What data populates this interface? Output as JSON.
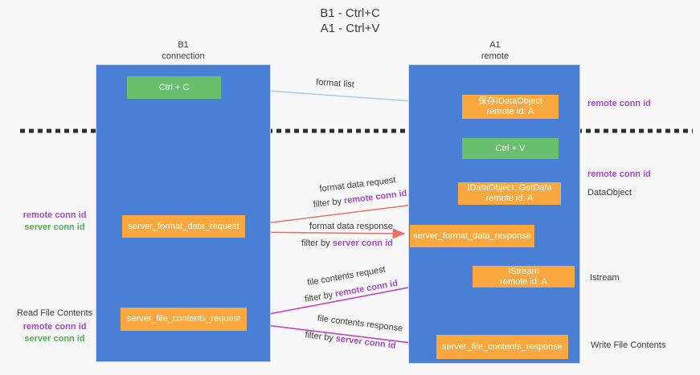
{
  "title": {
    "line1": "B1 - Ctrl+C",
    "line2": "A1 - Ctrl+V"
  },
  "columns": {
    "left": {
      "name": "B1",
      "role": "connection"
    },
    "right": {
      "name": "A1",
      "role": "remote"
    }
  },
  "nodes": {
    "ctrl_c": {
      "label": "Ctrl + C"
    },
    "ctrl_v": {
      "label": "Ctrl + V"
    },
    "save_dataobject": {
      "line1": "保存IDataObject",
      "line2": "remote id: A"
    },
    "getdata": {
      "line1": "IDataObject::GetData",
      "line2": "remote id: A"
    },
    "istream": {
      "line1": "IStream",
      "line2": "remote id: A"
    },
    "server_format_data_request": {
      "label": "server_format_data_request"
    },
    "server_format_data_response": {
      "label": "server_format_data_response"
    },
    "server_file_contents_request": {
      "label": "server_file_contents_request"
    },
    "server_file_contents_response": {
      "label": "server_file_contents_response"
    }
  },
  "arrows": {
    "format_list": {
      "label": "format list"
    },
    "format_data_request": {
      "label": "format data request",
      "filter_prefix": "filter by ",
      "filter_key": "remote conn id"
    },
    "format_data_response": {
      "label": "format data response",
      "filter_prefix": "filter by ",
      "filter_key": "server conn id"
    },
    "file_contents_request": {
      "label": "file contents request",
      "filter_prefix": "filter by ",
      "filter_key": "remote conn id"
    },
    "file_contents_response": {
      "label": "file contents response",
      "filter_prefix": "filter by ",
      "filter_key": "server conn id"
    }
  },
  "side_labels": {
    "right_remote_conn_id_top": "remote conn id",
    "right_remote_conn_id_mid": "remote conn id",
    "right_dataobject": "DataObject",
    "right_istream": "Istream",
    "right_write_file_contents": "Write File Contents",
    "left_remote_conn_id_format": "remote conn id",
    "left_server_conn_id_format": "server conn id",
    "left_read_file_contents": "Read File Contents",
    "left_remote_conn_id_file": "remote conn id",
    "left_server_conn_id_file": "server conn id"
  },
  "colors": {
    "background": "#f8f8f8",
    "column_blue": "#4a7fd6",
    "box_green": "#68bf6c",
    "box_orange": "#f8a83e",
    "arrow_light_blue": "#a4cef0",
    "arrow_red": "#e7716f",
    "arrow_magenta": "#c343c3",
    "arrow_black": "#2e2e2e",
    "dashed_line": "#2e2e2e",
    "text_purple": "#a14cc8",
    "text_green": "#55ab57",
    "text_dark": "#3a3a3a"
  }
}
